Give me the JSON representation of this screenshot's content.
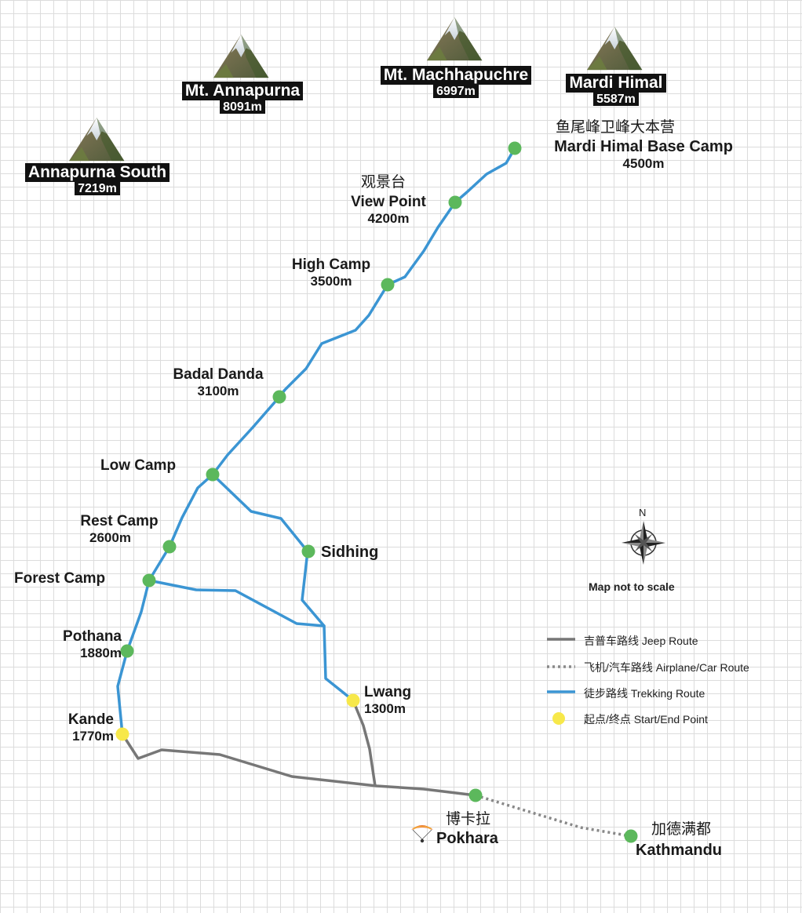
{
  "peaks": [
    {
      "name": "Annapurna South",
      "elevation": "7219m"
    },
    {
      "name": "Mt. Annapurna",
      "elevation": "8091m"
    },
    {
      "name": "Mt. Machhapuchre",
      "elevation": "6997m"
    },
    {
      "name": "Mardi Himal",
      "elevation": "5587m"
    }
  ],
  "points": {
    "base_camp": {
      "cn": "鱼尾峰卫峰大本营",
      "name": "Mardi Himal Base Camp",
      "elevation": "4500m"
    },
    "view_point": {
      "cn": "观景台",
      "name": "View Point",
      "elevation": "4200m"
    },
    "high_camp": {
      "name": "High Camp",
      "elevation": "3500m"
    },
    "badal_danda": {
      "name": "Badal Danda",
      "elevation": "3100m"
    },
    "low_camp": {
      "name": "Low Camp"
    },
    "rest_camp": {
      "name": "Rest Camp",
      "elevation": "2600m"
    },
    "forest_camp": {
      "name": "Forest Camp"
    },
    "sidhing": {
      "name": "Sidhing"
    },
    "pothana": {
      "name": "Pothana",
      "elevation": "1880m"
    },
    "kande": {
      "name": "Kande",
      "elevation": "1770m"
    },
    "lwang": {
      "name": "Lwang",
      "elevation": "1300m"
    },
    "pokhara": {
      "cn": "博卡拉",
      "name": "Pokhara"
    },
    "kathmandu": {
      "cn": "加德满都",
      "name": "Kathmandu"
    }
  },
  "compass": {
    "north": "N"
  },
  "scale_note": "Map not to scale",
  "legend": [
    {
      "label": "吉普车路线 Jeep Route",
      "color": "#777777",
      "style": "solid"
    },
    {
      "label": "飞机/汽车路线 Airplane/Car Route",
      "color": "#888888",
      "style": "dotted"
    },
    {
      "label": "徒步路线 Trekking Route",
      "color": "#3b95d3",
      "style": "solid"
    },
    {
      "label": "起点/终点 Start/End Point",
      "color": "#f7e84a",
      "style": "dot"
    }
  ],
  "colors": {
    "trekking": "#3b95d3",
    "jeep": "#777777",
    "waypoint": "#5cb85c",
    "start_end": "#f7e84a"
  },
  "icons": {
    "peak": "mountain-icon",
    "compass": "compass-rose-icon",
    "paraglider": "paraglider-icon"
  }
}
